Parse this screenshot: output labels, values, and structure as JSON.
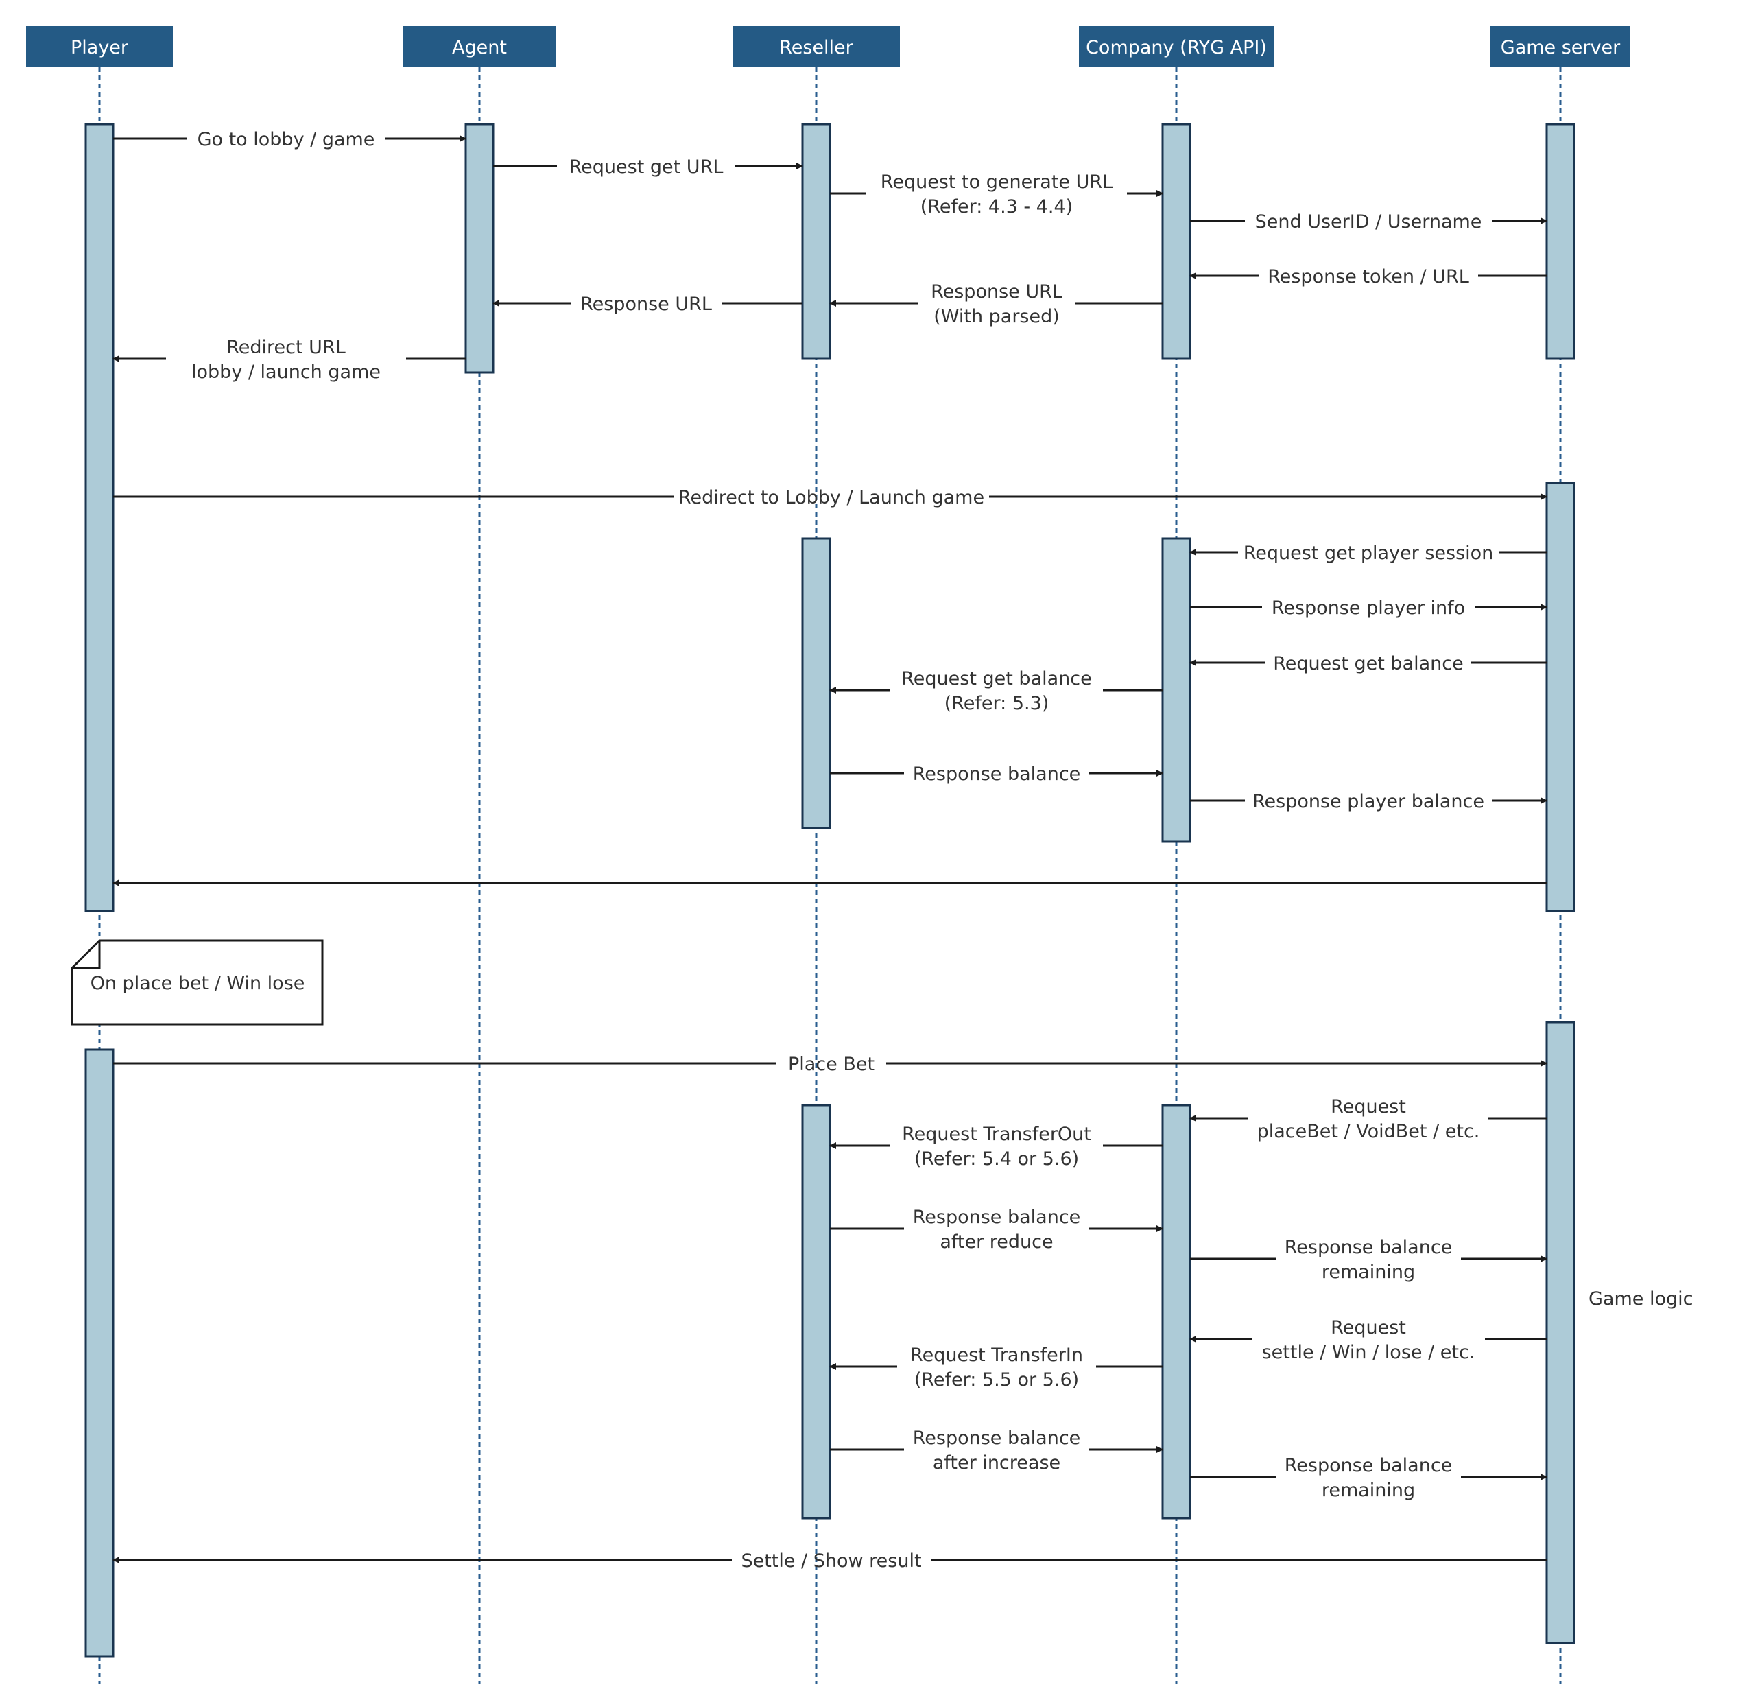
{
  "actors": [
    {
      "id": "player",
      "label": "Player"
    },
    {
      "id": "agent",
      "label": "Agent"
    },
    {
      "id": "reseller",
      "label": "Reseller"
    },
    {
      "id": "company",
      "label": "Company (RYG API)"
    },
    {
      "id": "gameserver",
      "label": "Game server"
    }
  ],
  "messages": [
    {
      "id": "go-to-lobby",
      "from": "player",
      "to": "agent",
      "lines": [
        "Go to lobby / game"
      ]
    },
    {
      "id": "request-get-url",
      "from": "agent",
      "to": "reseller",
      "lines": [
        "Request get URL"
      ]
    },
    {
      "id": "request-generate-url",
      "from": "reseller",
      "to": "company",
      "lines": [
        "Request to generate URL",
        "(Refer: 4.3 - 4.4)"
      ]
    },
    {
      "id": "send-userid",
      "from": "company",
      "to": "gameserver",
      "lines": [
        "Send UserID / Username"
      ]
    },
    {
      "id": "response-token-url",
      "from": "gameserver",
      "to": "company",
      "lines": [
        "Response token / URL"
      ]
    },
    {
      "id": "response-url-parsed",
      "from": "company",
      "to": "reseller",
      "lines": [
        "Response URL",
        "(With parsed)"
      ]
    },
    {
      "id": "response-url",
      "from": "reseller",
      "to": "agent",
      "lines": [
        "Response URL"
      ]
    },
    {
      "id": "redirect-url",
      "from": "agent",
      "to": "player",
      "lines": [
        "Redirect URL",
        "lobby / launch game"
      ]
    },
    {
      "id": "redirect-lobby",
      "from": "player",
      "to": "gameserver",
      "lines": [
        "Redirect to Lobby / Launch game"
      ]
    },
    {
      "id": "request-player-session",
      "from": "gameserver",
      "to": "company",
      "lines": [
        "Request get player session"
      ]
    },
    {
      "id": "response-player-info",
      "from": "company",
      "to": "gameserver",
      "lines": [
        "Response player info"
      ]
    },
    {
      "id": "request-get-balance-gs",
      "from": "gameserver",
      "to": "company",
      "lines": [
        "Request get balance"
      ]
    },
    {
      "id": "request-get-balance-reseller",
      "from": "company",
      "to": "reseller",
      "lines": [
        "Request get  balance",
        "(Refer: 5.3)"
      ]
    },
    {
      "id": "response-balance",
      "from": "reseller",
      "to": "company",
      "lines": [
        "Response balance"
      ]
    },
    {
      "id": "response-player-balance",
      "from": "company",
      "to": "gameserver",
      "lines": [
        "Response player balance"
      ]
    },
    {
      "id": "return-to-player",
      "from": "gameserver",
      "to": "player",
      "lines": []
    },
    {
      "id": "place-bet",
      "from": "player",
      "to": "gameserver",
      "lines": [
        "Place Bet"
      ]
    },
    {
      "id": "request-placebet",
      "from": "gameserver",
      "to": "company",
      "lines": [
        "Request",
        "placeBet / VoidBet / etc."
      ]
    },
    {
      "id": "request-transferout",
      "from": "company",
      "to": "reseller",
      "lines": [
        "Request TransferOut",
        "(Refer: 5.4 or 5.6)"
      ]
    },
    {
      "id": "response-after-reduce",
      "from": "reseller",
      "to": "company",
      "lines": [
        "Response balance",
        "after reduce"
      ]
    },
    {
      "id": "response-remaining-1",
      "from": "company",
      "to": "gameserver",
      "lines": [
        "Response balance",
        "remaining"
      ]
    },
    {
      "id": "request-settle",
      "from": "gameserver",
      "to": "company",
      "lines": [
        "Request",
        "settle / Win / lose / etc."
      ]
    },
    {
      "id": "request-transferin",
      "from": "company",
      "to": "reseller",
      "lines": [
        "Request TransferIn",
        "(Refer: 5.5 or 5.6)"
      ]
    },
    {
      "id": "response-after-increase",
      "from": "reseller",
      "to": "company",
      "lines": [
        "Response balance",
        "after increase"
      ]
    },
    {
      "id": "response-remaining-2",
      "from": "company",
      "to": "gameserver",
      "lines": [
        "Response balance",
        "remaining"
      ]
    },
    {
      "id": "settle-show-result",
      "from": "gameserver",
      "to": "player",
      "lines": [
        "Settle / Show result"
      ]
    }
  ],
  "note": {
    "label": "On place bet / Win lose"
  },
  "side_label": "Game logic",
  "colors": {
    "actor_header": "#245a85",
    "activation_fill": "#adcbd7",
    "activation_stroke": "#1a3550",
    "lifeline": "#2a5d8f",
    "arrow": "#1a1a1a",
    "text": "#333333"
  }
}
